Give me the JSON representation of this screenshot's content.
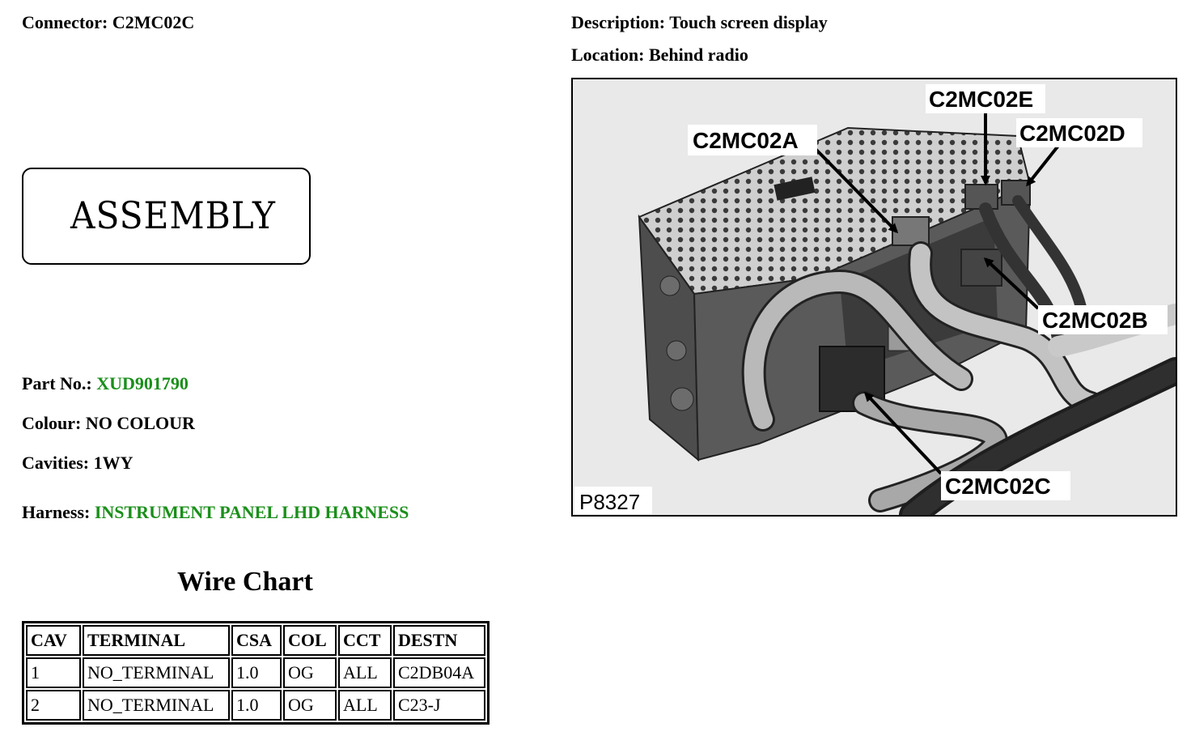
{
  "header": {
    "connector_label": "Connector:",
    "connector_value": "C2MC02C",
    "description_label": "Description:",
    "description_value": "Touch screen display",
    "location_label": "Location:",
    "location_value": "Behind radio"
  },
  "assembly_box": {
    "text": "ASSEMBLY"
  },
  "details": {
    "part_no_label": "Part No.:",
    "part_no_value": "XUD901790",
    "colour_label": "Colour:",
    "colour_value": "NO COLOUR",
    "cavities_label": "Cavities:",
    "cavities_value": "1WY",
    "harness_label": "Harness:",
    "harness_value": "INSTRUMENT PANEL LHD HARNESS"
  },
  "wire_chart": {
    "title": "Wire Chart",
    "headers": [
      "CAV",
      "TERMINAL",
      "CSA",
      "COL",
      "CCT",
      "DESTN"
    ],
    "rows": [
      [
        "1",
        "NO_TERMINAL",
        "1.0",
        "OG",
        "ALL",
        "C2DB04A"
      ],
      [
        "2",
        "NO_TERMINAL",
        "1.0",
        "OG",
        "ALL",
        "C23-J"
      ]
    ]
  },
  "figure": {
    "id": "P8327",
    "callouts": {
      "a": "C2MC02A",
      "b": "C2MC02B",
      "c": "C2MC02C",
      "d": "C2MC02D",
      "e": "C2MC02E"
    }
  },
  "colors": {
    "link_green": "#1a8f1a",
    "photo_background": "#e9e9e9"
  }
}
